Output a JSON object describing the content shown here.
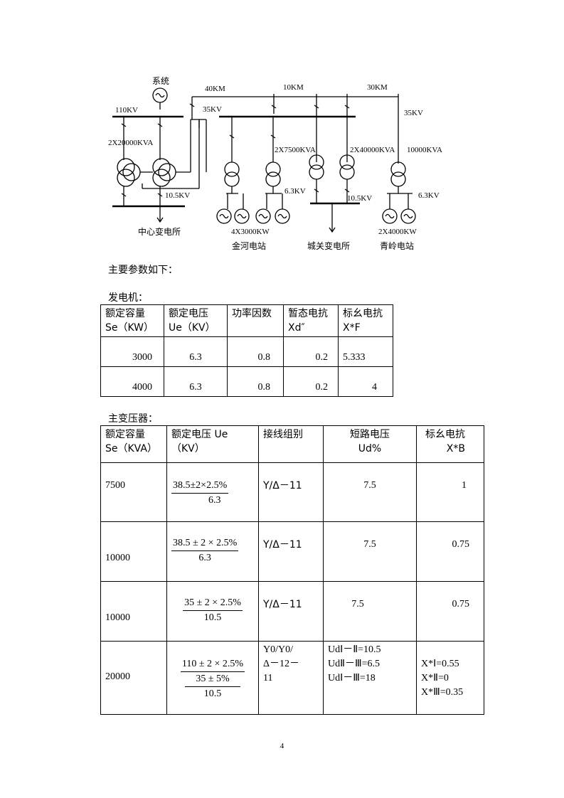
{
  "diagram": {
    "system_label": "系统",
    "kv110": "110KV",
    "km40": "40KM",
    "kv35_a": "35KV",
    "km10": "10KM",
    "km30": "30KM",
    "kv35_b": "35KV",
    "t_2x20000": "2X20000KVA",
    "t_2x7500": "2X7500KVA",
    "t_2x40000": "2X40000KVA",
    "t_10000": "10000KVA",
    "kv10_5_a": "10.5KV",
    "kv6_3_a": "6.3KV",
    "kv10_5_b": "10.5KV",
    "kv6_3_b": "6.3KV",
    "g_4x3000": "4X3000KW",
    "g_2x4000": "2X4000KW",
    "sub_center": "中心变电所",
    "station_jinhe": "金河电站",
    "sub_chengguan": "城关变电所",
    "station_qingling": "青岭电站"
  },
  "intro": "主要参数如下：",
  "generator": {
    "heading": "发电机：",
    "headers": [
      "额定容量\nSe（KW）",
      "额定电压\nUe（KV）",
      "功率因数",
      "暂态电抗\nXd″",
      "标幺电抗\nX*F"
    ],
    "rows": [
      [
        "3000",
        "6.3",
        "0.8",
        "0.2",
        "5.333"
      ],
      [
        "4000",
        "6.3",
        "0.8",
        "0.2",
        "4"
      ]
    ]
  },
  "transformer": {
    "heading": "主变压器：",
    "headers": [
      "额定容量\nSe（KVA）",
      "额定电压 Ue\n（KV）",
      "接线组别",
      "短路电压\nUd%",
      "标幺电抗\nX*B"
    ],
    "rows": [
      {
        "cap": "7500",
        "v_top": "38.5±2×2.5%",
        "v_bot": "6.3",
        "conn": "Y/Δ－11",
        "ud": "7.5",
        "x": "1"
      },
      {
        "cap": "10000",
        "v_top": "38.5 ± 2 × 2.5%",
        "v_bot": "6.3",
        "conn": "Y/Δ－11",
        "ud": "7.5",
        "x": "0.75"
      },
      {
        "cap": "10000",
        "v_top": "35 ± 2 × 2.5%",
        "v_bot": "10.5",
        "conn": "Y/Δ－11",
        "ud": "7.5",
        "x": "0.75"
      },
      {
        "cap": "20000",
        "v_top": "110 ± 2 × 2.5%",
        "v_mid": "35 ± 5%",
        "v_bot": "10.5",
        "conn": "Y0/Y0/\nΔ－12－\n11",
        "ud": "UdⅠ－Ⅱ=10.5\nUdⅡ－Ⅲ=6.5\nUdⅠ－Ⅲ=18",
        "x": "X*Ⅰ=0.55\nX*Ⅱ=0\nX*Ⅲ=0.35"
      }
    ]
  },
  "page_number": "4"
}
